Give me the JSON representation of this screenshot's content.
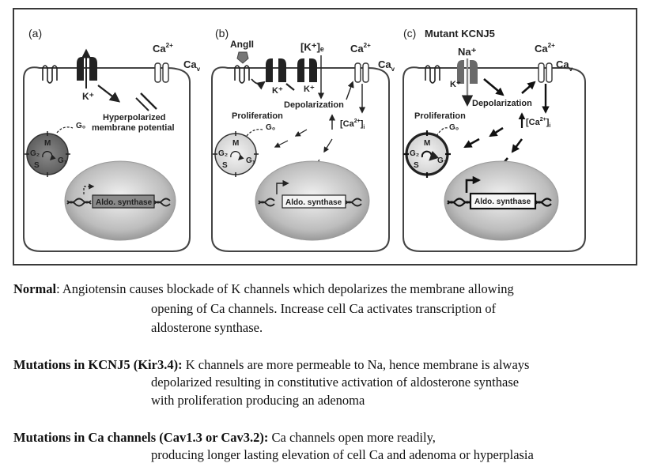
{
  "figure": {
    "panels": [
      {
        "letter": "(a)",
        "title": "",
        "ion_label": "K⁺",
        "ca_label": "Ca",
        "ca_sup": "2+",
        "cav_label": "Ca",
        "cav_sub": "v",
        "effect_line1": "Hyperpolarized",
        "effect_line2": "membrane potential",
        "g0": "G₀",
        "cycle": {
          "m": "M",
          "g2": "G₂",
          "g1": "G₁",
          "s": "S"
        },
        "gene": "Aldo. synthase"
      },
      {
        "letter": "(b)",
        "stimulus": "AngII",
        "ke_label": "[K⁺]ₑ",
        "ion_label1": "K⁺",
        "ion_label2": "K⁺",
        "ca_label": "Ca",
        "ca_sup": "2+",
        "cav_label": "Ca",
        "cav_sub": "v",
        "depol": "Depolarization",
        "prolif": "Proliferation",
        "cai": "[Ca",
        "cai_sup": "2+",
        "cai_close": "]",
        "cai_sub": "i",
        "g0": "G₀",
        "cycle": {
          "m": "M",
          "g2": "G₂",
          "g1": "G₁",
          "s": "S"
        },
        "gene": "Aldo. synthase"
      },
      {
        "letter": "(c)",
        "title": "Mutant KCNJ5",
        "na_label": "Na⁺",
        "ion_label": "K⁺",
        "ca_label": "Ca",
        "ca_sup": "2+",
        "cav_label": "Ca",
        "cav_sub": "v",
        "depol": "Depolarization",
        "prolif": "Proliferation",
        "cai": "[Ca",
        "cai_sup": "2+",
        "cai_close": "]",
        "cai_sub": "i",
        "g0": "G₀",
        "cycle": {
          "m": "M",
          "g2": "G₂",
          "g1": "G₁",
          "s": "S"
        },
        "gene": "Aldo. synthase"
      }
    ]
  },
  "caption": {
    "normal_head": "Normal",
    "normal_line1": ": Angiotensin causes blockade of K channels which depolarizes the membrane allowing",
    "normal_line2": "opening of Ca channels. Increase cell Ca activates transcription of",
    "normal_line3": "aldosterone synthase.",
    "kcnj5_head": "Mutations in KCNJ5 (Kir3.4):",
    "kcnj5_line1": " K channels are more permeable to Na, hence membrane is always",
    "kcnj5_line2": "depolarized resulting in constitutive activation of aldosterone synthase",
    "kcnj5_line3": "with proliferation producing an adenoma",
    "ca_head": "Mutations in Ca channels (Cav1.3 or Cav3.2):",
    "ca_line1": "  Ca channels open more readily,",
    "ca_line2": "producing longer lasting elevation of cell Ca and adenoma or hyperplasia"
  }
}
